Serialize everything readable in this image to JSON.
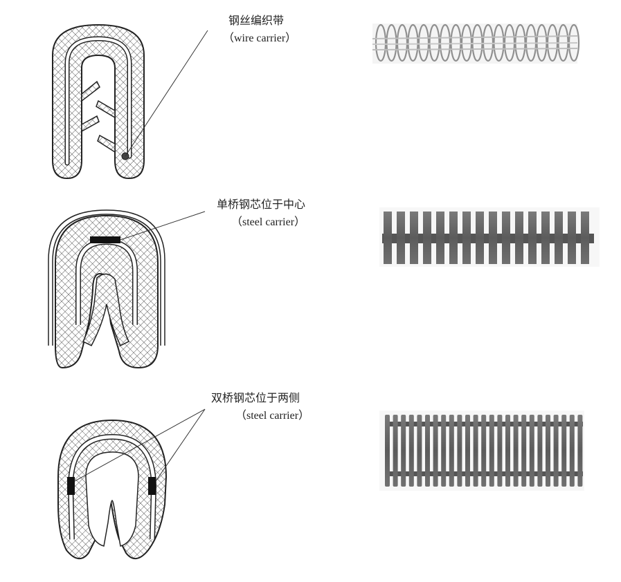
{
  "rows": [
    {
      "title": "钢丝编织带",
      "subtitle": "（wire carrier）",
      "carrier_type": "wire",
      "photo_icon": "wire-coil-photo"
    },
    {
      "title": "单桥钢芯位于中心",
      "subtitle": "（steel carrier）",
      "carrier_type": "single-bridge",
      "photo_icon": "steel-comb-photo"
    },
    {
      "title": "双桥钢芯位于两侧",
      "subtitle": "（steel carrier）",
      "carrier_type": "double-bridge",
      "photo_icon": "steel-ladder-photo"
    }
  ],
  "colors": {
    "outline": "#222222",
    "hatch": "#555555",
    "steel": "#6b6b6b",
    "steel_dark": "#4a4a4a",
    "wire": "#9a9a9a"
  }
}
